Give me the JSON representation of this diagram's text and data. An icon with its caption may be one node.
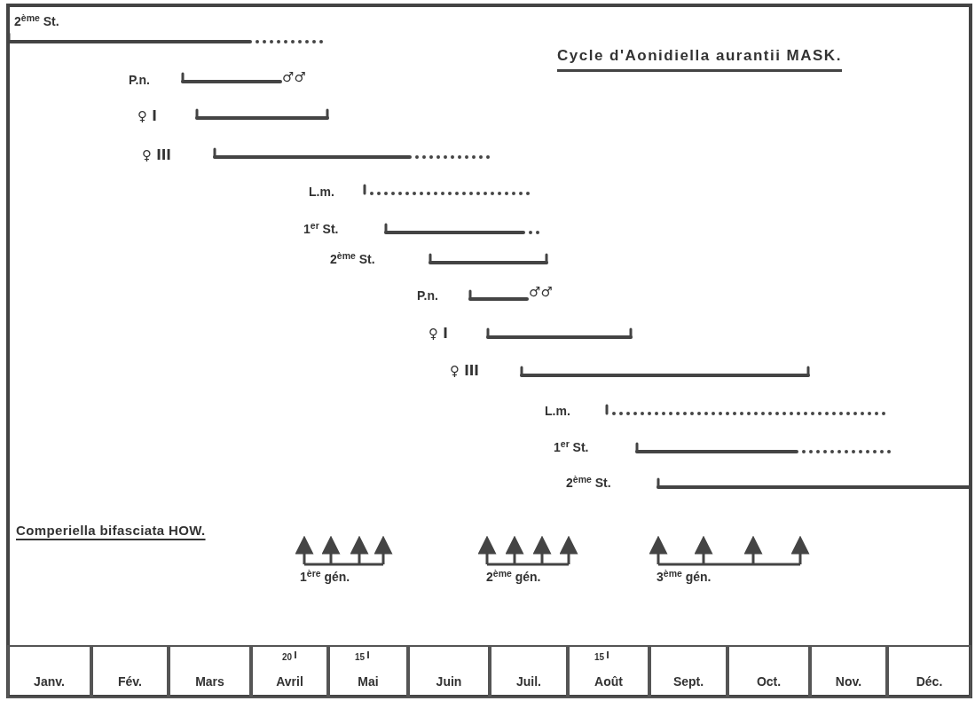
{
  "diagram": {
    "title": "Cycle d'Aonidiella aurantii MASK.",
    "labels": [
      "2$^{ème}$ St.",
      "P.n.",
      "♂♂",
      "♀ I",
      "♀ III",
      "L.m.",
      "1$^{er}$ St.",
      "2$^{ème}$ St.",
      "P.n.",
      "♂♂",
      "♀ I",
      "♀ III",
      "L.m.",
      "1$^{er}$ St.",
      "2$^{ème}$ St.",
      "Comperiella bifasciata HOW.",
      "1$^{ère}$ gén.",
      "2$^{ème}$ gén.",
      "3$^{ème}$ gén.",
      "20",
      "15",
      "15",
      "Janv.",
      "Fév.",
      "Mars",
      "Avril",
      "Mai",
      "Juin",
      "Juil.",
      "Août",
      "Sept.",
      "Oct.",
      "Nov.",
      "Déc."
    ]
  }
}
